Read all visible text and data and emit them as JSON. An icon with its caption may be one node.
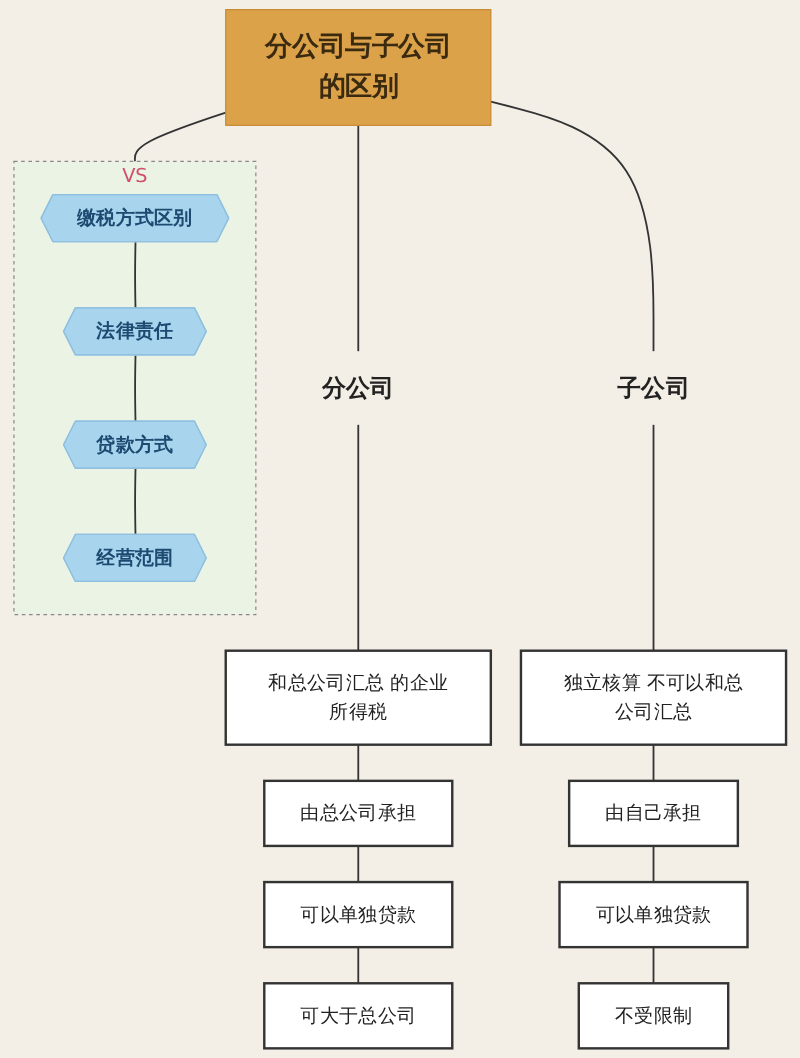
{
  "diagram": {
    "nodes": [
      {
        "text": [
          "分公司与子公司的区别"
        ]
      },
      {
        "text": [
          "分公司"
        ]
      },
      {
        "text": [
          "VS"
        ]
      },
      {
        "text": [
          "缴税方式区别"
        ],
        "in": 2
      },
      {
        "text": [
          "法律责任"
        ],
        "in": 2
      },
      {
        "text": [
          "贷款方式"
        ],
        "in": 2
      },
      {
        "text": [
          "经营范围"
        ],
        "in": 2
      },
      {
        "text": [
          "子公司"
        ]
      },
      {
        "text": [
          "和总公司汇总 的企业所得税"
        ]
      },
      {
        "text": [
          "由总公司承担"
        ]
      },
      {
        "text": [
          "可以单独贷款"
        ]
      },
      {
        "text": [
          "可大于总公司"
        ]
      },
      {
        "text": [
          "独立核算 不可以和总公司汇总"
        ]
      },
      {
        "text": [
          "由自己承担"
        ]
      },
      {
        "text": [
          "可以单独贷款"
        ]
      },
      {
        "text": [
          "不受限制"
        ]
      }
    ],
    "edges": [
      {
        "from": 0,
        "to": 1,
        "arrow": "none"
      },
      {
        "from": 0,
        "to": 2,
        "arrow": "none"
      },
      {
        "from": 0,
        "to": 7,
        "arrow": "none"
      },
      {
        "from": 1,
        "to": 8,
        "arrow": "none"
      },
      {
        "from": 8,
        "to": 9,
        "arrow": "none"
      },
      {
        "from": 9,
        "to": 10,
        "arrow": "none"
      },
      {
        "from": 10,
        "to": 11,
        "arrow": "none"
      },
      {
        "from": 3,
        "to": 4,
        "arrow": "none"
      },
      {
        "from": 4,
        "to": 5,
        "arrow": "none"
      },
      {
        "from": 5,
        "to": 6,
        "arrow": "none"
      },
      {
        "from": 7,
        "to": 12,
        "arrow": "none"
      },
      {
        "from": 12,
        "to": 13,
        "arrow": "none"
      },
      {
        "from": 13,
        "to": 14,
        "arrow": "none"
      },
      {
        "from": 14,
        "to": 15,
        "arrow": "none"
      }
    ]
  }
}
